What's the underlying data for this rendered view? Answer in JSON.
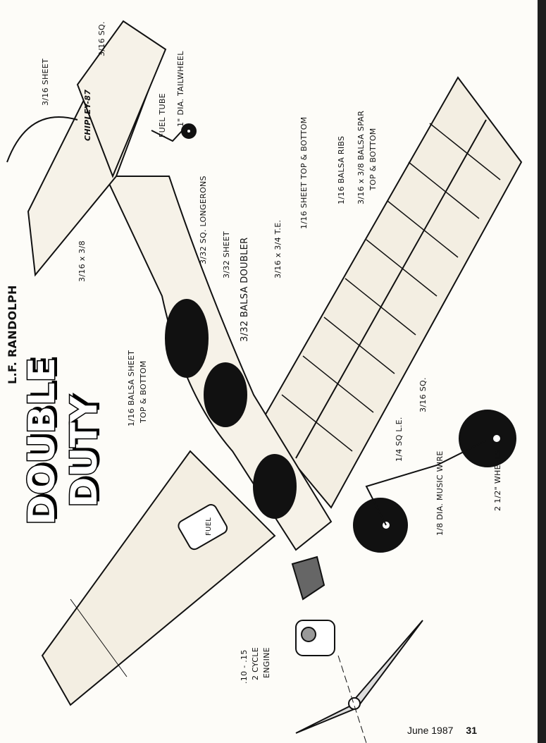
{
  "title": {
    "line1": "DOUBLE",
    "line2": "DUTY",
    "author": "L.F. RANDOLPH"
  },
  "signature": "CHIPLEY-87",
  "labels": {
    "stab_sheet": "3/16 SHEET",
    "rudder_sq": "3/16 SQ.",
    "fuel_tube": "FUEL TUBE",
    "tailwheel": "1\" DIA. TAILWHEEL",
    "wing_sheet": "1/16 SHEET TOP & BOTTOM",
    "ribs": "1/16 BALSA RIBS",
    "spar": "3/16 x 3/8 BALSA SPAR",
    "spar2": "TOP & BOTTOM",
    "longerons": "3/32 SQ. LONGERONS",
    "sheet332": "3/32 SHEET",
    "doubler": "3/32 BALSA DOUBLER",
    "te": "3/16 x 3/4 T.E.",
    "stab_frame": "3/16 x 3/8",
    "fuse_sheet": "1/16 BALSA SHEET",
    "fuse_sheet2": "TOP & BOTTOM",
    "sq316": "3/16 SQ.",
    "le": "1/4 SQ L.E.",
    "music_wire": "1/8 DIA. MUSIC WIRE",
    "wheels": "2 1/2\" WHEELS",
    "fuel": "FUEL",
    "engine1": ".10 - .15",
    "engine2": "2 CYCLE",
    "engine3": "ENGINE"
  },
  "footer": {
    "issue": "June 1987",
    "page": "31"
  }
}
